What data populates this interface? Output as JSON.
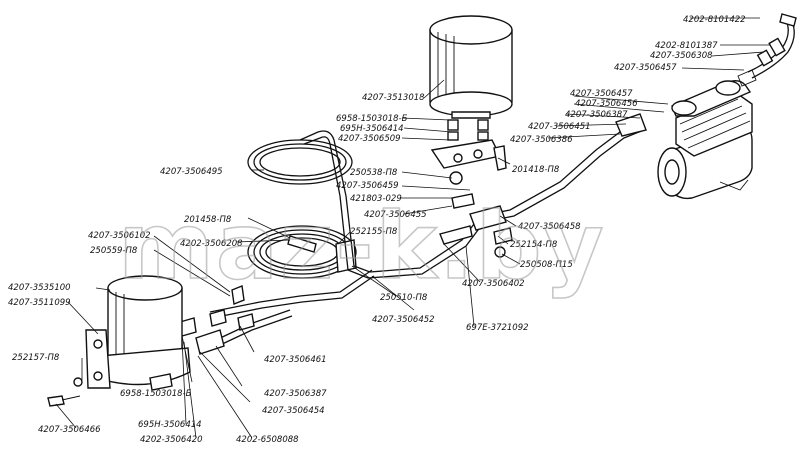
{
  "watermark": "maz-k.by",
  "labels": [
    {
      "id": "l01",
      "text": "4202-8101422"
    },
    {
      "id": "l02",
      "text": "4202-8101387"
    },
    {
      "id": "l03",
      "text": "4207-3506308"
    },
    {
      "id": "l04",
      "text": "4207-3506457"
    },
    {
      "id": "l05",
      "text": "4207-3513018"
    },
    {
      "id": "l06",
      "text": "4207-3506457"
    },
    {
      "id": "l07",
      "text": "4207-3506456"
    },
    {
      "id": "l08",
      "text": "4207-3506387"
    },
    {
      "id": "l09",
      "text": "4207-3506451"
    },
    {
      "id": "l10",
      "text": "4207-3506386"
    },
    {
      "id": "l11",
      "text": "6958-1503018-Б"
    },
    {
      "id": "l12",
      "text": "695Н-3506414"
    },
    {
      "id": "l13",
      "text": "4207-3506509"
    },
    {
      "id": "l14",
      "text": "201418-П8"
    },
    {
      "id": "l15",
      "text": "4207-3506495"
    },
    {
      "id": "l16",
      "text": "250538-П8"
    },
    {
      "id": "l17",
      "text": "4207-3506459"
    },
    {
      "id": "l18",
      "text": "421803-029"
    },
    {
      "id": "l19",
      "text": "4207-3506455"
    },
    {
      "id": "l20",
      "text": "201458-П8"
    },
    {
      "id": "l21",
      "text": "252155-П8"
    },
    {
      "id": "l22",
      "text": "4207-3506458"
    },
    {
      "id": "l23",
      "text": "4207-3506102"
    },
    {
      "id": "l24",
      "text": "4202-3506208"
    },
    {
      "id": "l25",
      "text": "250559-П8"
    },
    {
      "id": "l26",
      "text": "252154-П8"
    },
    {
      "id": "l27",
      "text": "250508-П15"
    },
    {
      "id": "l28",
      "text": "4207-3506402"
    },
    {
      "id": "l29",
      "text": "4207-3535100"
    },
    {
      "id": "l30",
      "text": "4207-3511099"
    },
    {
      "id": "l31",
      "text": "250510-П8"
    },
    {
      "id": "l32",
      "text": "4207-3506452"
    },
    {
      "id": "l33",
      "text": "697Е-3721092"
    },
    {
      "id": "l34",
      "text": "252157-П8"
    },
    {
      "id": "l35",
      "text": "4207-3506461"
    },
    {
      "id": "l36",
      "text": "6958-1503018-Б"
    },
    {
      "id": "l37",
      "text": "4207-3506387"
    },
    {
      "id": "l38",
      "text": "4207-3506454"
    },
    {
      "id": "l39",
      "text": "4207-3506466"
    },
    {
      "id": "l40",
      "text": "695Н-3506414"
    },
    {
      "id": "l41",
      "text": "4202-3506420"
    },
    {
      "id": "l42",
      "text": "4202-6508088"
    }
  ]
}
